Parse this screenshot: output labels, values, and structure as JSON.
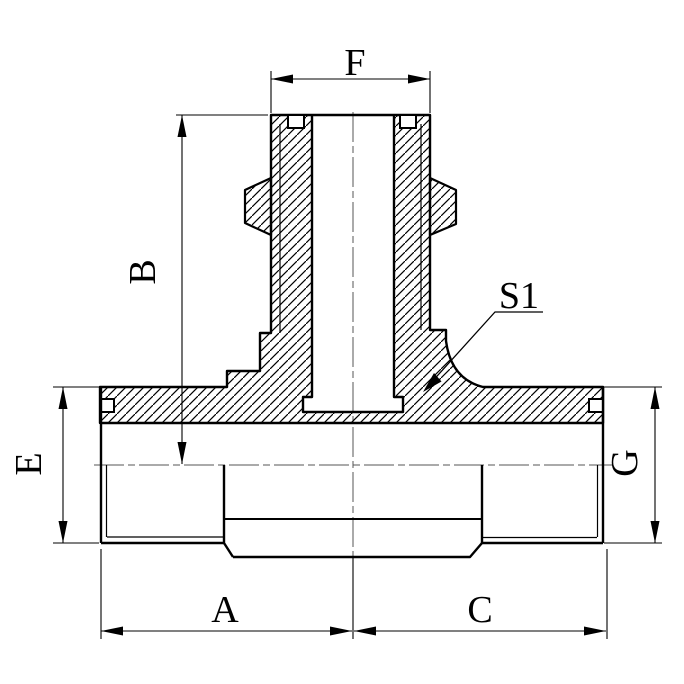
{
  "drawing": {
    "kind": "engineering-section-drawing",
    "subject": "tee fitting cross-section with male threaded ports",
    "background_color": "#ffffff",
    "line_color": "#000000",
    "centerline_color": "#555555",
    "labels": {
      "top_width": "F",
      "branch_height": "B",
      "left_port_diameter": "E",
      "right_port_diameter": "G",
      "left_length": "A",
      "right_length": "C",
      "wrench_flat": "S1"
    }
  }
}
